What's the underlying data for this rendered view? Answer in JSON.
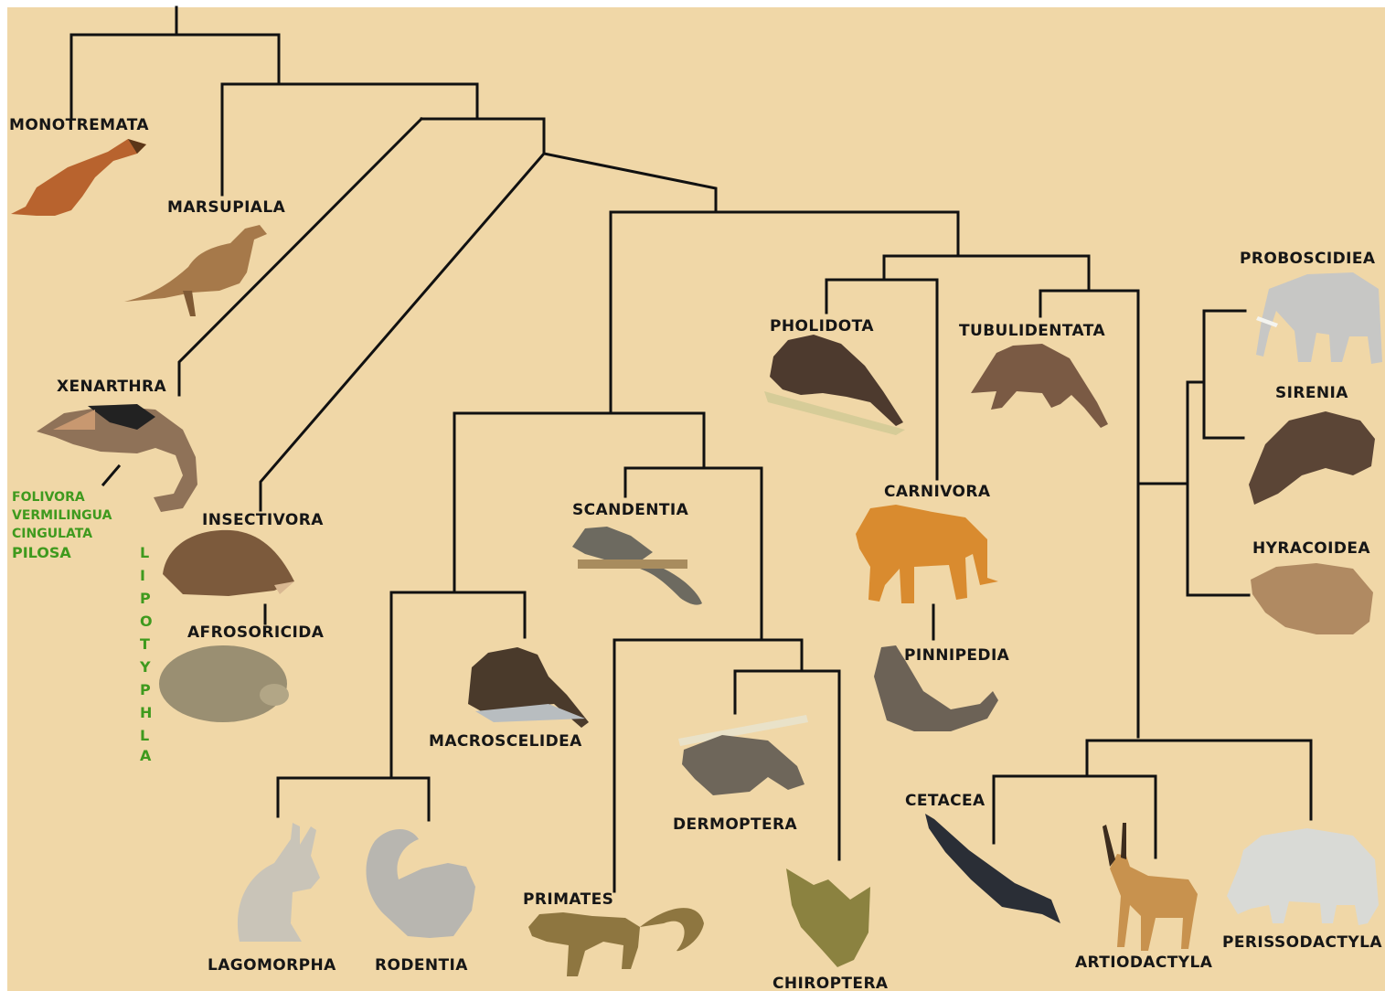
{
  "taxa": {
    "monotremata": "MONOTREMATA",
    "marsupiala": "MARSUPIALA",
    "xenarthra": "XENARTHRA",
    "insectivora": "INSECTIVORA",
    "afrosoricida": "AFROSORICIDA",
    "lagomorpha": "LAGOMORPHA",
    "rodentia": "RODENTIA",
    "macroscelidea": "MACROSCELIDEA",
    "scandentia": "SCANDENTIA",
    "primates": "PRIMATES",
    "dermoptera": "DERMOPTERA",
    "chiroptera": "CHIROPTERA",
    "pholidota": "PHOLIDOTA",
    "carnivora": "CARNIVORA",
    "pinnipedia": "PINNIPEDIA",
    "tubulidentata": "TUBULIDENTATA",
    "proboscidiea": "PROBOSCIDIEA",
    "sirenia": "SIRENIA",
    "hyracoidea": "HYRACOIDEA",
    "cetacea": "CETACEA",
    "artiodactyla": "ARTIODACTYLA",
    "perissodactyla": "PERISSODACTYLA"
  },
  "xenarthra_subgroups": [
    "FOLIVORA",
    "VERMILINGUA",
    "CINGULATA",
    "PILOSA"
  ],
  "lipotyphla_letters": [
    "L",
    "I",
    "P",
    "O",
    "T",
    "Y",
    "P",
    "H",
    "L",
    "A"
  ],
  "colors": {
    "background": "#f0d7a7",
    "branch": "#111111",
    "label": "#161616",
    "subgroup_label": "#3f9a1e"
  },
  "animal_icons": [
    "platypus-icon",
    "kangaroo-icon",
    "anteater-icon",
    "hedgehog-icon",
    "golden-mole-icon",
    "hare-icon",
    "squirrel-icon",
    "elephant-shrew-icon",
    "treeshrew-icon",
    "monkey-icon",
    "colugo-icon",
    "bat-icon",
    "pangolin-icon",
    "tiger-icon",
    "seal-icon",
    "aardvark-icon",
    "elephant-icon",
    "dugong-icon",
    "hyrax-icon",
    "whale-icon",
    "antelope-icon",
    "rhinoceros-icon"
  ]
}
